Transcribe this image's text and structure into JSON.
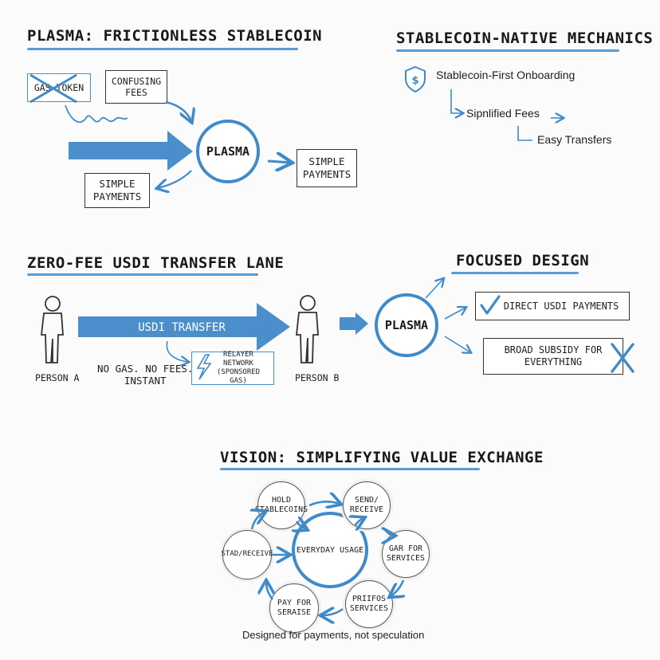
{
  "section1": {
    "title": "PLASMA: FRICTIONLESS STABLECOIN",
    "gas_token": "GAS TOKEN",
    "confusing_fees": "CONFUSING\nFEES",
    "plasma": "PLASMA",
    "simple_payments_right": "SIMPLE\nPAYMENTS",
    "simple_payments_left": "SIMPLE\nPAYMENTS"
  },
  "section2": {
    "title": "STABLECOIN-NATIVE MECHANICS",
    "step1": "Stablecoin-First Onboarding",
    "step2": "Sipnlified Fees",
    "step3": "Easy Transfers"
  },
  "section3": {
    "title": "ZERO-FEE USDI TRANSFER LANE",
    "person_a": "PERSON A",
    "person_b": "PERSON B",
    "arrow_label": "USDI TRANSFER",
    "no_gas": "NO GAS. NO FEES.\nINSTANT",
    "relayer": "RELAYER\nNETWORK\n(SPONSORED GAS)"
  },
  "section4": {
    "title": "FOCUSED DESIGN",
    "plasma": "PLASMA",
    "good_option": "DIRECT USDI PAYMENTS",
    "bad_option": "BROAD SUBSIDY FOR\nEVERYTHING"
  },
  "section5": {
    "title": "VISION: SIMPLIFYING VALUE EXCHANGE",
    "center": "EVERYDAY USAGE",
    "nodes": [
      "HOLD\nSTABLECOINS",
      "SEND/\nRECEIVE",
      "GAR FOR\nSERVICES",
      "PRIIFOS\nSERVICES",
      "PAY FOR\nSERAISE",
      "STAD/RECEIVE"
    ],
    "caption": "Designed for payments, not speculation"
  },
  "colors": {
    "accent": "#3f8ac9",
    "ink": "#1e1e1e"
  }
}
